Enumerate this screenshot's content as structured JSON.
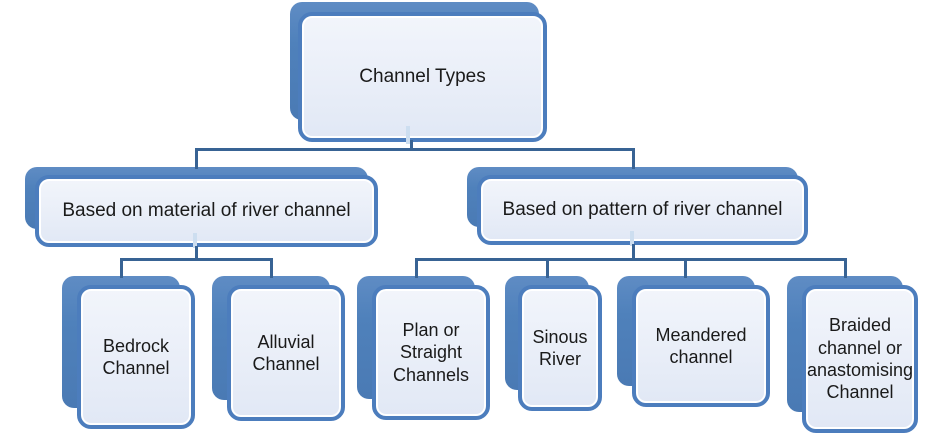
{
  "diagram": {
    "type": "hierarchy",
    "root": {
      "label": "Channel Types"
    },
    "branches": [
      {
        "label": "Based on material of river channel",
        "children": [
          {
            "label": "Bedrock Channel"
          },
          {
            "label": "Alluvial Channel"
          }
        ]
      },
      {
        "label": "Based on pattern of river channel",
        "children": [
          {
            "label": "Plan or Straight Channels"
          },
          {
            "label": "Sinous River"
          },
          {
            "label": "Meandered channel"
          },
          {
            "label": "Braided channel or anastomising Channel"
          }
        ]
      }
    ],
    "colors": {
      "node_fill_back": "#4f81bb",
      "node_border": "#4c7dbd",
      "node_fill_front_top": "#f2f5fb",
      "node_fill_front_bottom": "#e1e8f5",
      "connector": "#386394",
      "connector_light": "#cddef0",
      "text": "#1a1a1a",
      "background": "#ffffff"
    }
  }
}
